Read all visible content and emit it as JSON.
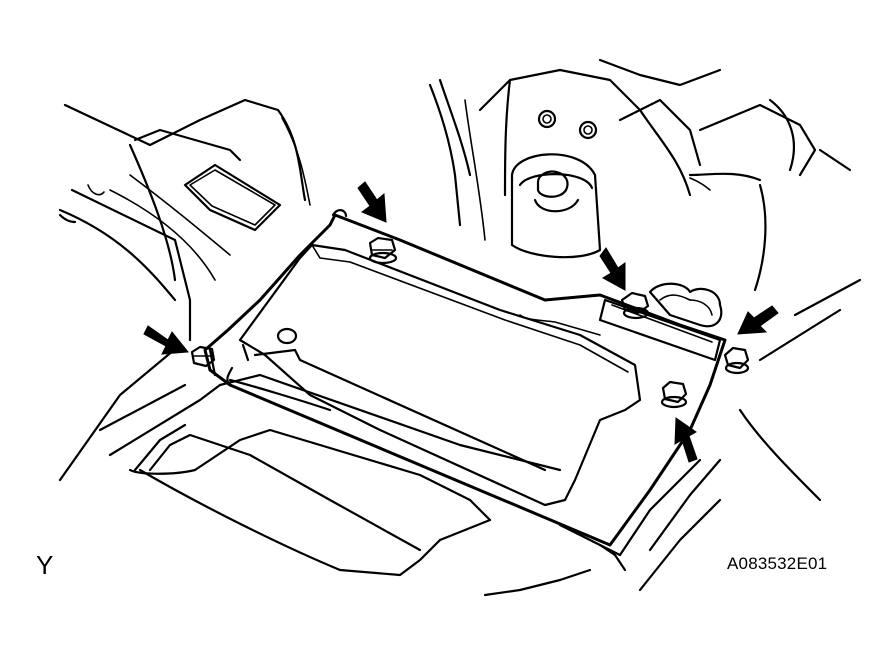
{
  "figure": {
    "view_label": "Y",
    "figure_code": "A083532E01",
    "line_color": "#000000",
    "background": "#ffffff",
    "callouts": [
      {
        "icon": "arrow-icon",
        "target": "bolt"
      },
      {
        "icon": "arrow-icon",
        "target": "bolt"
      },
      {
        "icon": "arrow-icon",
        "target": "bolt"
      },
      {
        "icon": "arrow-icon",
        "target": "bolt"
      },
      {
        "icon": "arrow-icon",
        "target": "bolt"
      }
    ]
  }
}
